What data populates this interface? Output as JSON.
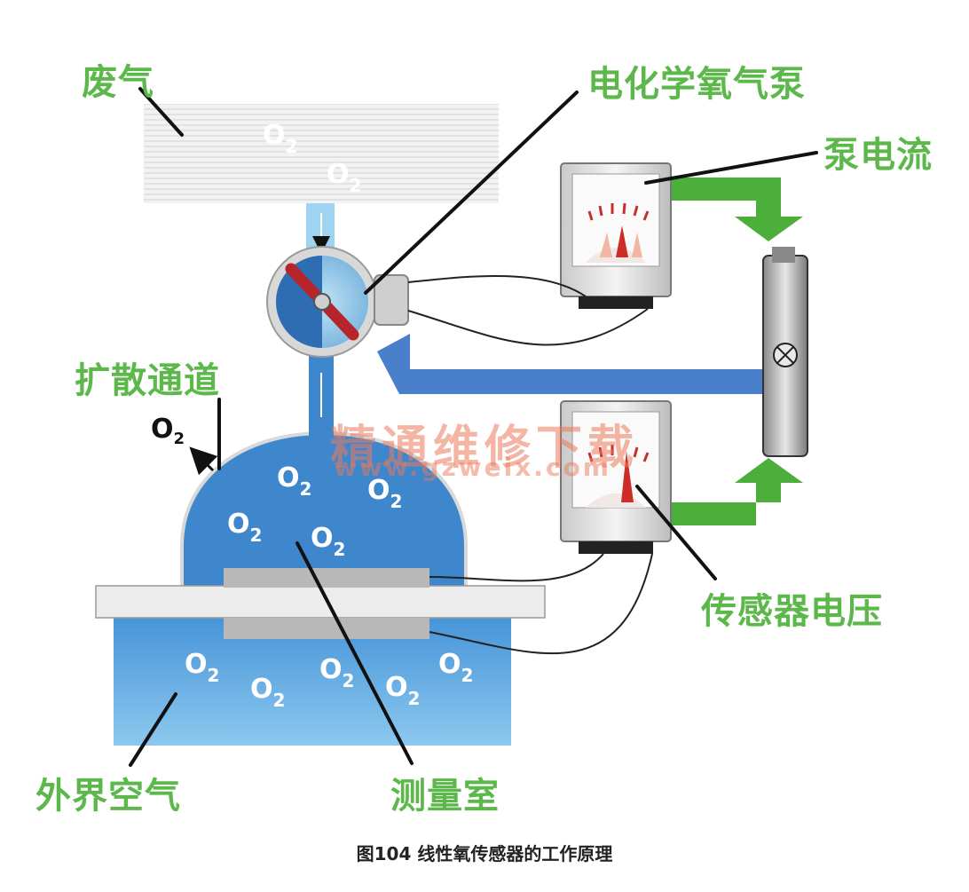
{
  "labels": {
    "exhaust": "废气",
    "pump": "电化学氧气泵",
    "pump_current": "泵电流",
    "diffusion": "扩散通道",
    "sensor_voltage": "传感器电压",
    "ambient_air": "外界空气",
    "chamber": "测量室"
  },
  "o2_label": "O",
  "o2_subscript": "2",
  "watermark": {
    "main": "精通维修下载",
    "url": "www.gzweix.com"
  },
  "caption": "图104  线性氧传感器的工作原理",
  "colors": {
    "label_green": "#5cb84a",
    "chamber_blue": "#3f87cc",
    "pipe_blue": "#9fd3f2",
    "arrow_green": "#4caf3c",
    "arrow_blue": "#4a7fcc",
    "rotor_red": "#b5252b"
  }
}
